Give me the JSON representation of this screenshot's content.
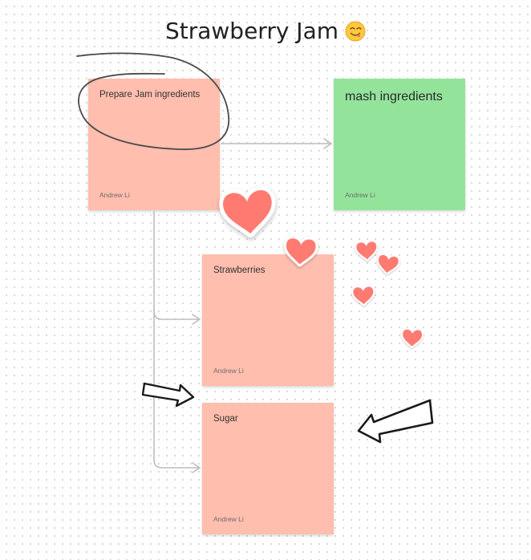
{
  "board": {
    "title": "Strawberry Jam",
    "title_emoji": "yum-face-emoji",
    "notes": [
      {
        "id": "prepare",
        "text": "Prepare Jam ingredients",
        "author": "Andrew Li",
        "color": "#FFBEAE"
      },
      {
        "id": "mash",
        "text": "mash ingredients",
        "author": "Andrew Li",
        "color": "#93E49A"
      },
      {
        "id": "strawberries",
        "text": "Strawberries",
        "author": "Andrew Li",
        "color": "#FFBEAE"
      },
      {
        "id": "sugar",
        "text": "Sugar",
        "author": "Andrew Li",
        "color": "#FFBEAE"
      }
    ],
    "stickers": [
      "heart-sticker",
      "heart-sticker",
      "heart-sticker",
      "heart-sticker",
      "heart-sticker",
      "heart-sticker"
    ],
    "drawings": [
      "lasso-circle-drawing",
      "hand-drawn-arrow-right",
      "hand-drawn-arrow-left"
    ],
    "colors": {
      "heart": "#FF7A70",
      "connector": "#BDBDBD",
      "ink": "#4A4A4A"
    }
  }
}
